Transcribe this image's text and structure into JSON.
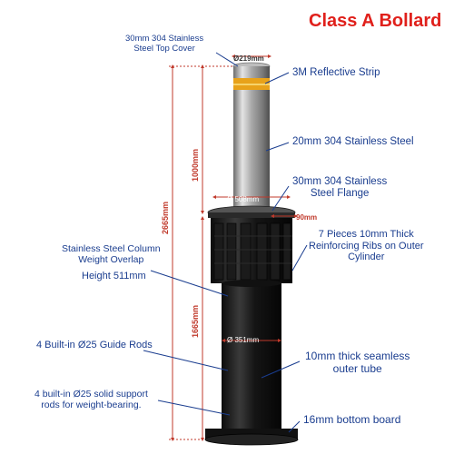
{
  "title": "Class A Bollard",
  "dimensions": {
    "top_cover_dia": "Ø219mm",
    "bollard_height": "1000mm",
    "total_height": "2665mm",
    "flange_dia": "Ø 508mm",
    "flange_offset": "90mm",
    "tube_height": "1665mm",
    "tube_dia": "Ø 351mm"
  },
  "callouts": {
    "top_cover": [
      "30mm 304 Stainless",
      "Steel Top Cover"
    ],
    "reflective_strip": "3M Reflective Strip",
    "stainless_steel": "20mm 304 Stainless Steel",
    "flange": [
      "30mm 304 Stainless",
      "Steel Flange"
    ],
    "ribs": [
      "7 Pieces 10mm Thick",
      "Reinforcing Ribs on Outer",
      "Cylinder"
    ],
    "column_overlap": [
      "Stainless Steel Column",
      "Weight Overlap"
    ],
    "height": "Height 511mm",
    "guide_rods": "4 Built-in Ø25 Guide Rods",
    "support_rods": [
      "4 built-in Ø25 solid support",
      "rods for weight-bearing."
    ],
    "outer_tube": [
      "10mm thick seamless",
      "outer tube"
    ],
    "bottom_board": "16mm bottom board"
  }
}
